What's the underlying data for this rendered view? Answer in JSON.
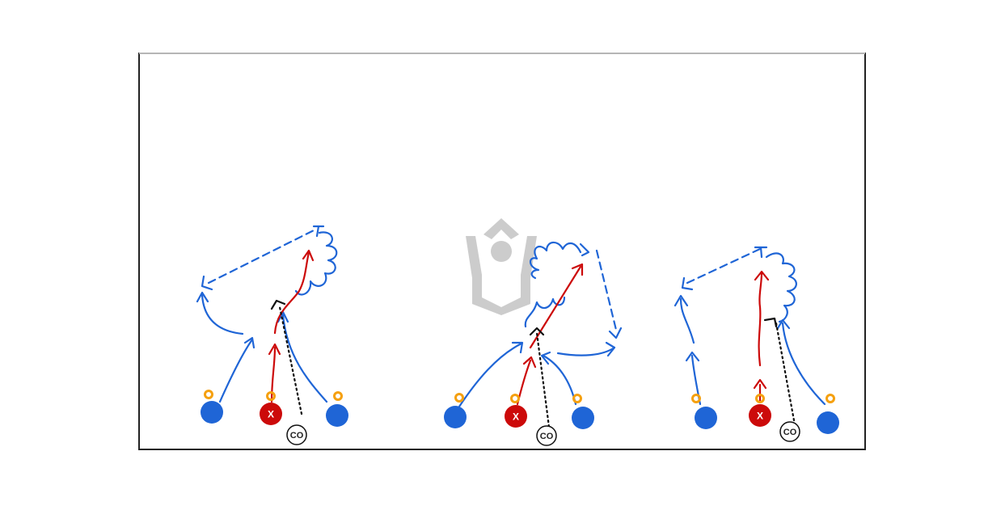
{
  "diagram": {
    "colors": {
      "attacker": "#1f65d6",
      "defender": "#cc0a0a",
      "cone": "#f5a00f",
      "coach_stroke": "#111111",
      "pass": "#111111",
      "frame": "#9e9e9e",
      "logo": "#cccccc"
    },
    "defender_label": "X",
    "coach_label": "CO",
    "drills": [
      {
        "name": "drill-left",
        "attackers": 2,
        "defenders": 1,
        "coaches": 1,
        "cones": 3
      },
      {
        "name": "drill-middle",
        "attackers": 2,
        "defenders": 1,
        "coaches": 1,
        "cones": 3
      },
      {
        "name": "drill-right",
        "attackers": 2,
        "defenders": 1,
        "coaches": 1,
        "cones": 3
      }
    ],
    "watermark_icon": "shield-logo-icon"
  }
}
